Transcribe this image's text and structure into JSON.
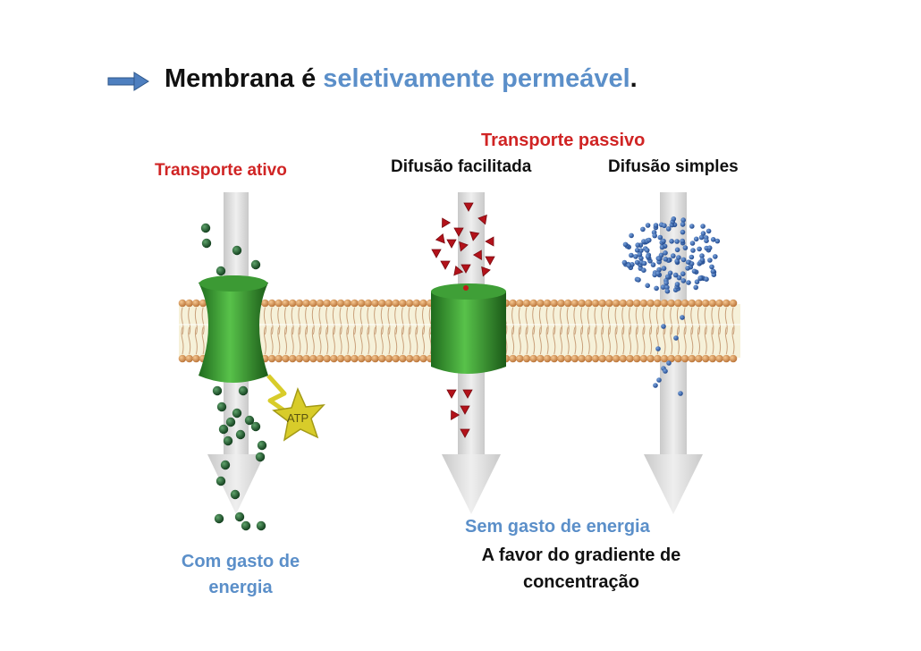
{
  "heading": {
    "part1": "Membrana é ",
    "highlight": "seletivamente permeável",
    "part2": "."
  },
  "labels": {
    "active_transport": "Transporte ativo",
    "passive_transport": "Transporte passivo",
    "facilitated_diffusion": "Difusão facilitada",
    "simple_diffusion": "Difusão simples",
    "atp": "ATP",
    "with_energy_line1": "Com gasto de",
    "with_energy_line2": "energia",
    "no_energy": "Sem gasto de energia",
    "gradient_line1": "A favor do gradiente de",
    "gradient_line2": "concentração"
  },
  "colors": {
    "highlight_blue": "#5b8fc9",
    "title_red": "#d02424",
    "protein_green": "#3fa535",
    "active_molecule": "#1f5a2c",
    "facilitated_molecule": "#b3121a",
    "simple_molecule": "#2f5fa8",
    "atp_star": "#d8cc2a",
    "lipid_head": "#d59a5a",
    "arrow_gray": "#d9d9d9"
  },
  "icons": {
    "bullet": "right-arrow-icon",
    "energy": "atp-star-icon"
  }
}
